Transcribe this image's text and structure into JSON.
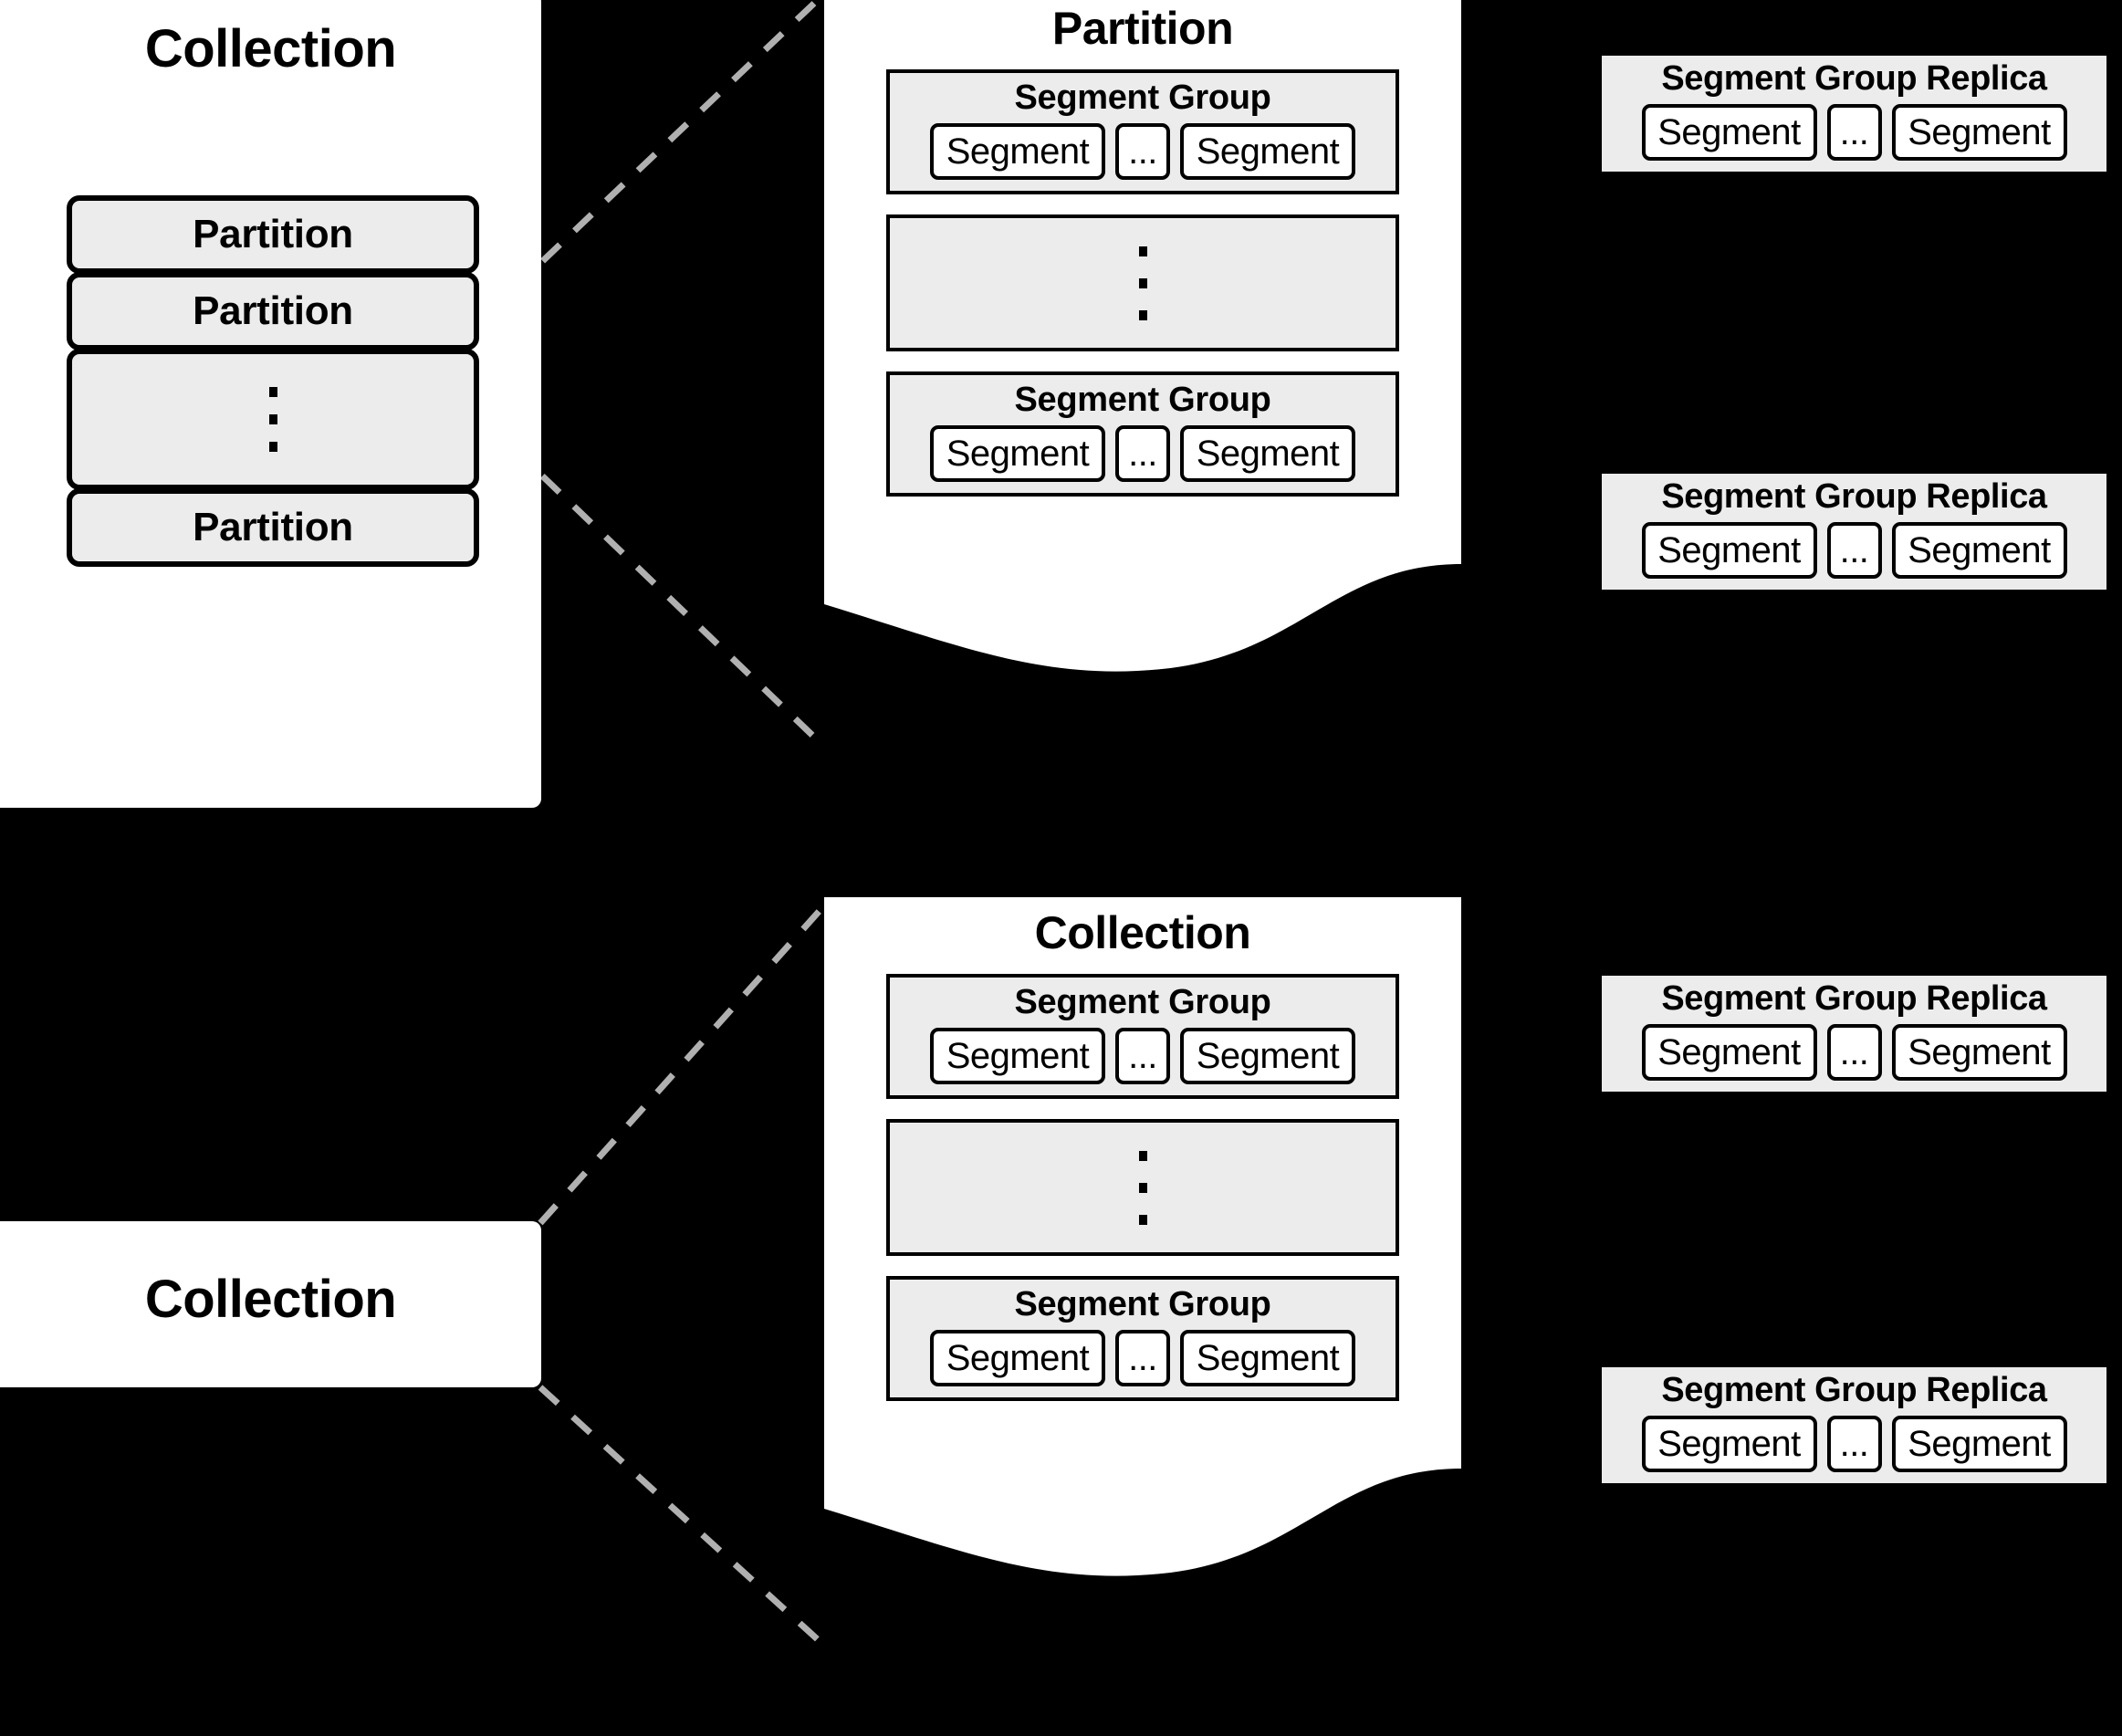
{
  "diagram": {
    "title": "Collection / Partition / Segment Group hierarchy",
    "background_color": "#000000",
    "panel_color": "#ffffff",
    "fill_color": "#ececec",
    "stroke_color": "#000000",
    "connector_color": "#b0b0b0"
  },
  "collection_top": {
    "title": "Collection",
    "partitions": [
      {
        "label": "Partition"
      },
      {
        "label": "Partition"
      },
      {
        "label": "",
        "is_ellipsis": true
      },
      {
        "label": "Partition"
      }
    ]
  },
  "collection_bottom_label": {
    "title": "Collection"
  },
  "partition_detail": {
    "title": "Partition",
    "groups": [
      {
        "title": "Segment Group",
        "segments": [
          "Segment",
          "...",
          "Segment"
        ]
      },
      {
        "title": "",
        "is_ellipsis": true,
        "segments": []
      },
      {
        "title": "Segment Group",
        "segments": [
          "Segment",
          "...",
          "Segment"
        ]
      }
    ]
  },
  "collection_detail": {
    "title": "Collection",
    "groups": [
      {
        "title": "Segment Group",
        "segments": [
          "Segment",
          "...",
          "Segment"
        ]
      },
      {
        "title": "",
        "is_ellipsis": true,
        "segments": []
      },
      {
        "title": "Segment Group",
        "segments": [
          "Segment",
          "...",
          "Segment"
        ]
      }
    ]
  },
  "replicas": [
    {
      "title": "Segment Group Replica",
      "segments": [
        "Segment",
        "...",
        "Segment"
      ]
    },
    {
      "title": "Segment Group Replica",
      "segments": [
        "Segment",
        "...",
        "Segment"
      ]
    },
    {
      "title": "Segment Group Replica",
      "segments": [
        "Segment",
        "...",
        "Segment"
      ]
    },
    {
      "title": "Segment Group Replica",
      "segments": [
        "Segment",
        "...",
        "Segment"
      ]
    }
  ]
}
